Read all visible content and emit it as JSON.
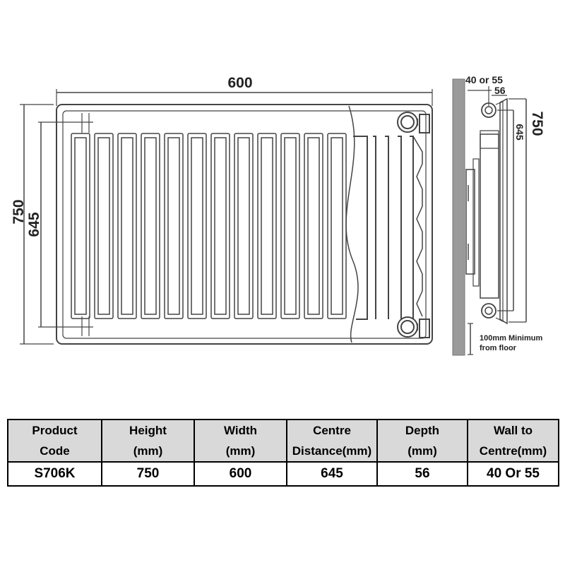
{
  "diagram": {
    "front_view": {
      "width_label": "600",
      "height_label": "750",
      "centre_label": "645"
    },
    "side_view": {
      "wall_to_centre_label": "40 or 55",
      "depth_label": "56",
      "height_label": "750",
      "centre_label": "645",
      "floor_note_line1": "100mm Minimum",
      "floor_note_line2": "from floor"
    },
    "colors": {
      "line": "#444444",
      "wall": "#9a9a9a",
      "table_header_bg": "#d9d9d9"
    }
  },
  "table": {
    "headers": [
      {
        "line1": "Product",
        "line2": "Code"
      },
      {
        "line1": "Height",
        "line2": "(mm)"
      },
      {
        "line1": "Width",
        "line2": "(mm)"
      },
      {
        "line1": "Centre",
        "line2": "Distance(mm)"
      },
      {
        "line1": "Depth",
        "line2": "(mm)"
      },
      {
        "line1": "Wall to",
        "line2": "Centre(mm)"
      }
    ],
    "row": [
      "S706K",
      "750",
      "600",
      "645",
      "56",
      "40 Or 55"
    ]
  }
}
